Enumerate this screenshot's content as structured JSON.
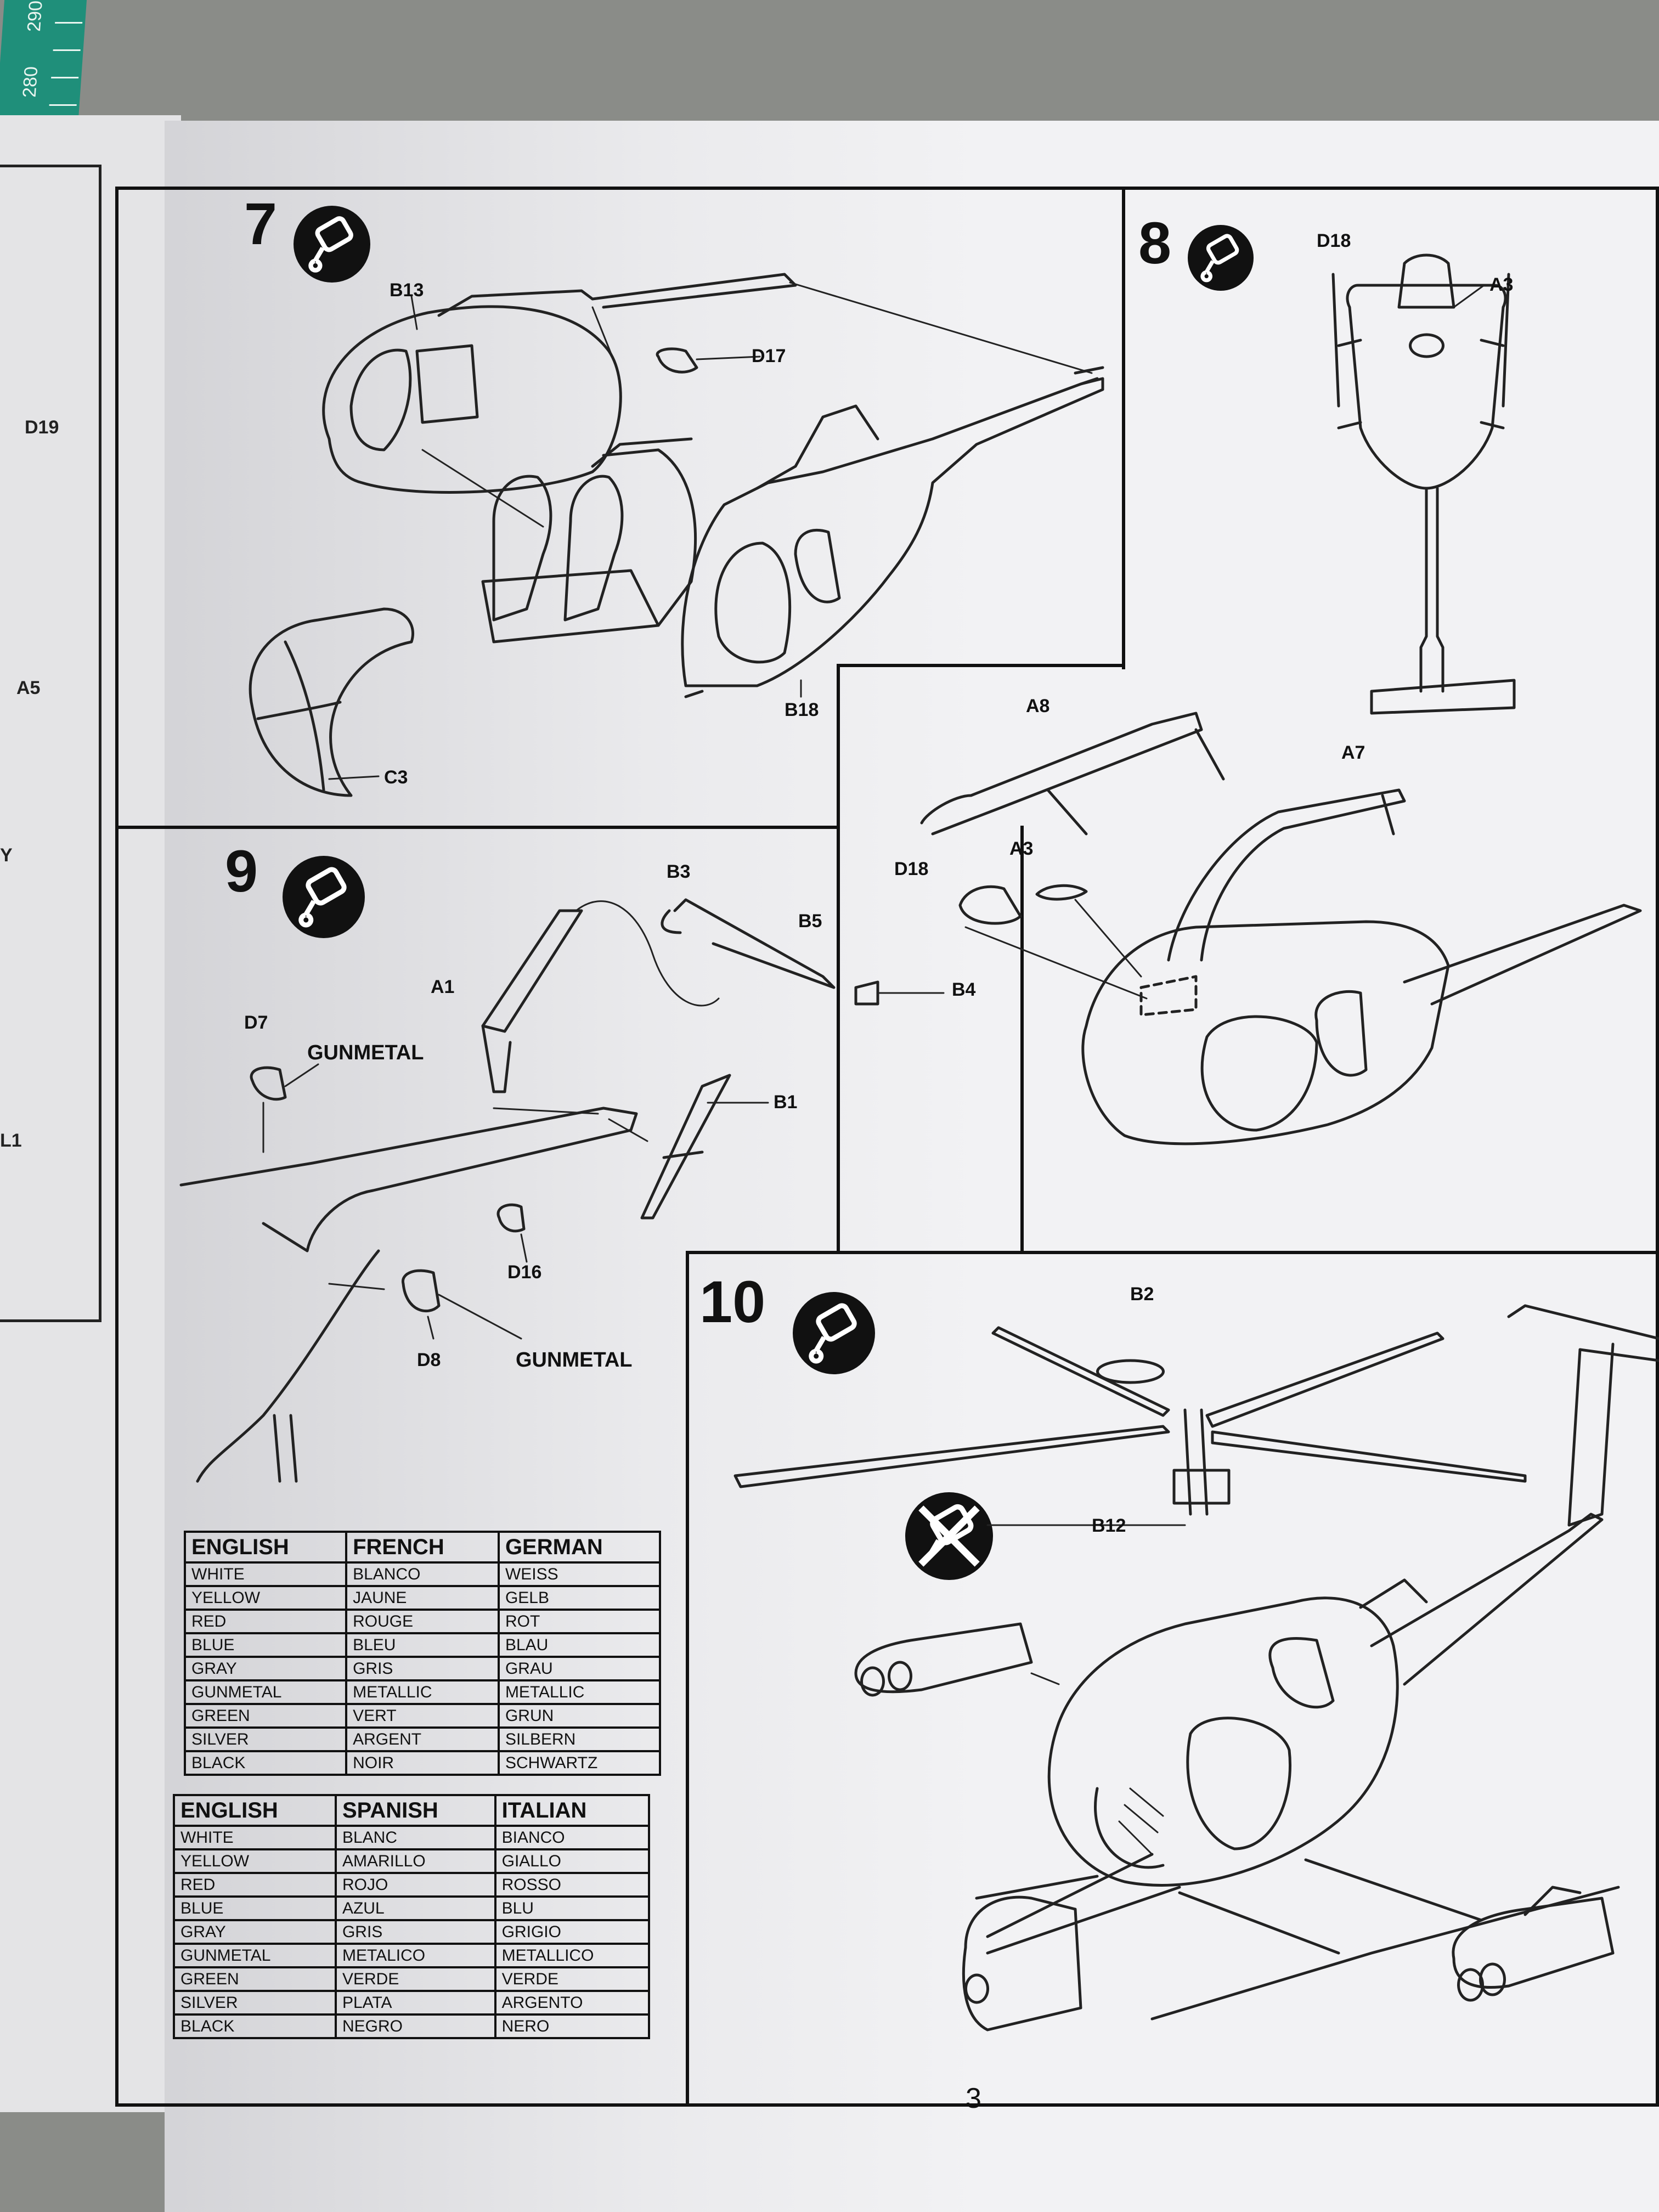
{
  "ruler": {
    "marks": [
      "280",
      "290"
    ]
  },
  "left_page": {
    "labels": [
      "D19",
      "A5",
      "Y",
      "L1"
    ]
  },
  "steps": [
    {
      "number": "7",
      "parts": [
        "B13",
        "D17",
        "B18",
        "C3"
      ]
    },
    {
      "number": "8",
      "parts": [
        "D18",
        "A3",
        "A8",
        "A7",
        "A3",
        "D18"
      ]
    },
    {
      "number": "9",
      "parts": [
        "B3",
        "B5",
        "A1",
        "B4",
        "D7",
        "B1",
        "D16",
        "D8"
      ],
      "paint_labels": [
        "GUNMETAL",
        "GUNMETAL"
      ]
    },
    {
      "number": "10",
      "parts": [
        "B2",
        "B12"
      ]
    }
  ],
  "color_tables": [
    {
      "headers": [
        "ENGLISH",
        "FRENCH",
        "GERMAN"
      ],
      "rows": [
        [
          "WHITE",
          "BLANCO",
          "WEISS"
        ],
        [
          "YELLOW",
          "JAUNE",
          "GELB"
        ],
        [
          "RED",
          "ROUGE",
          "ROT"
        ],
        [
          "BLUE",
          "BLEU",
          "BLAU"
        ],
        [
          "GRAY",
          "GRIS",
          "GRAU"
        ],
        [
          "GUNMETAL",
          "METALLIC",
          "METALLIC"
        ],
        [
          "GREEN",
          "VERT",
          "GRUN"
        ],
        [
          "SILVER",
          "ARGENT",
          "SILBERN"
        ],
        [
          "BLACK",
          "NOIR",
          "SCHWARTZ"
        ]
      ]
    },
    {
      "headers": [
        "ENGLISH",
        "SPANISH",
        "ITALIAN"
      ],
      "rows": [
        [
          "WHITE",
          "BLANC",
          "BIANCO"
        ],
        [
          "YELLOW",
          "AMARILLO",
          "GIALLO"
        ],
        [
          "RED",
          "ROJO",
          "ROSSO"
        ],
        [
          "BLUE",
          "AZUL",
          "BLU"
        ],
        [
          "GRAY",
          "GRIS",
          "GRIGIO"
        ],
        [
          "GUNMETAL",
          "METALICO",
          "METALLICO"
        ],
        [
          "GREEN",
          "VERDE",
          "VERDE"
        ],
        [
          "SILVER",
          "PLATA",
          "ARGENTO"
        ],
        [
          "BLACK",
          "NEGRO",
          "NERO"
        ]
      ]
    }
  ],
  "page_number": "3",
  "colors": {
    "paper": "#f2f2f4",
    "ink": "#111111",
    "ruler": "#1f8f7a",
    "background": "#8a8c88"
  },
  "icons": [
    "glue-tube-icon",
    "no-glue-icon"
  ]
}
